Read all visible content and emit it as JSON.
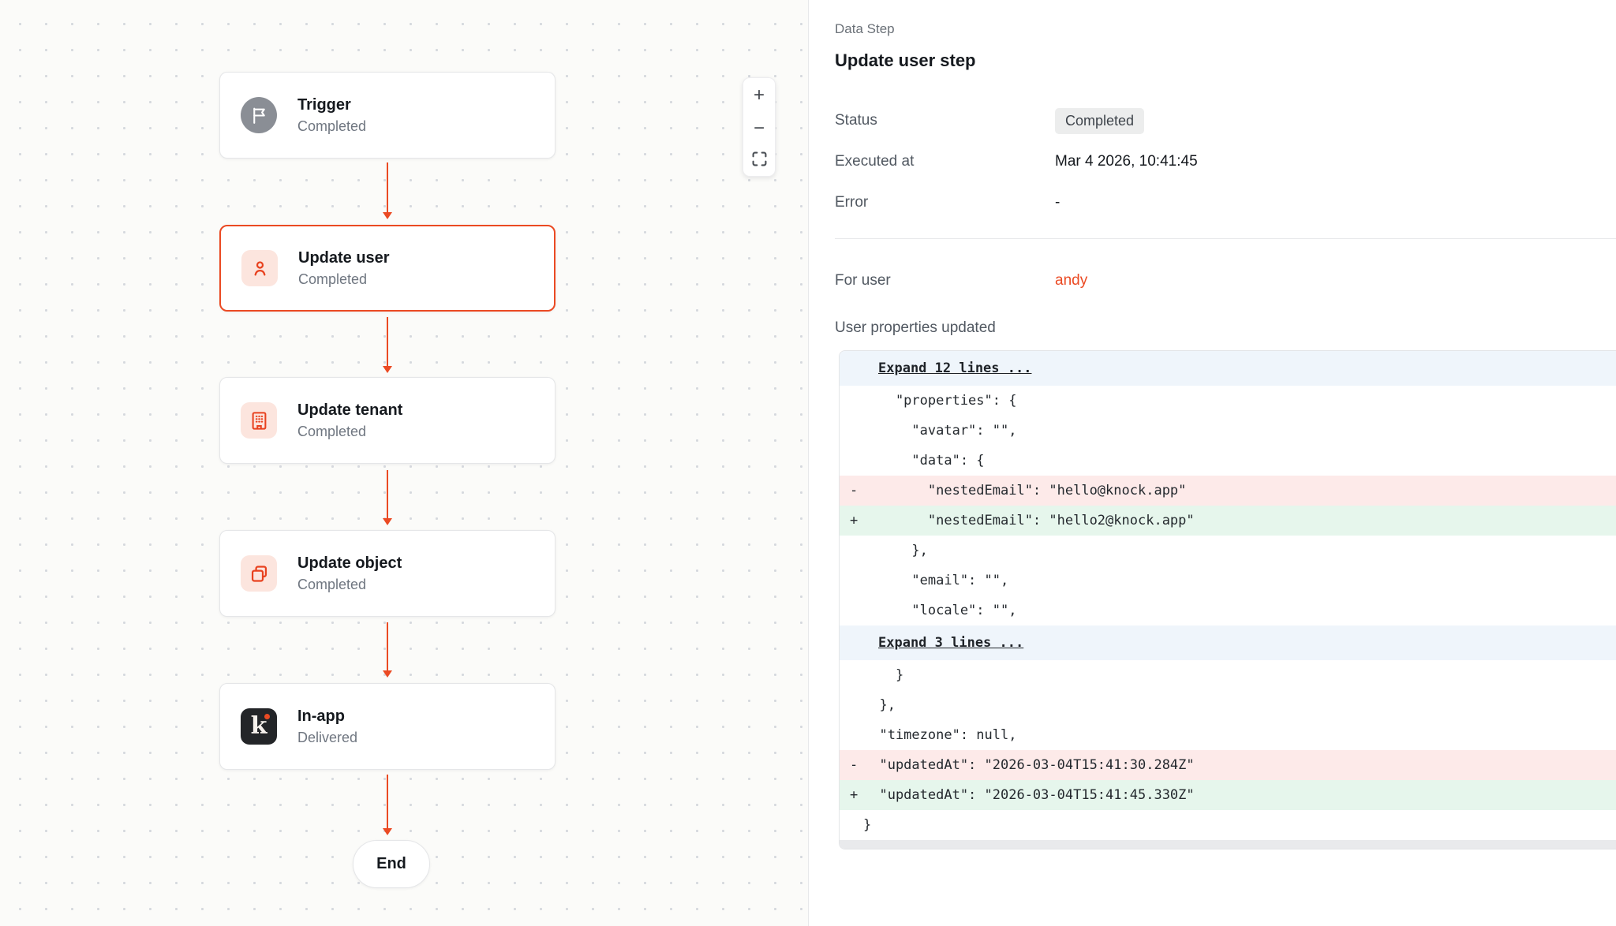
{
  "colors": {
    "accent": "#EB4A23",
    "deleted_bg": "#FDEAE9",
    "added_bg": "#E6F6EC",
    "expand_bg": "#EFF5FB"
  },
  "canvas": {
    "nodes": [
      {
        "title": "Trigger",
        "subtitle": "Completed",
        "icon": "flag-icon",
        "selected": false
      },
      {
        "title": "Update user",
        "subtitle": "Completed",
        "icon": "user-icon",
        "selected": true
      },
      {
        "title": "Update tenant",
        "subtitle": "Completed",
        "icon": "building-icon",
        "selected": false
      },
      {
        "title": "Update object",
        "subtitle": "Completed",
        "icon": "copy-icon",
        "selected": false
      },
      {
        "title": "In-app",
        "subtitle": "Delivered",
        "icon": "knock-logo-icon",
        "selected": false
      }
    ],
    "end_label": "End",
    "zoom_controls": {
      "zoom_in": "+",
      "zoom_out": "−",
      "fit_view": "fit-view-icon"
    }
  },
  "panel": {
    "kicker": "Data Step",
    "title": "Update user step",
    "status_label": "Status",
    "status_value": "Completed",
    "executed_label": "Executed at",
    "executed_value": "Mar 4 2026, 10:41:45",
    "error_label": "Error",
    "error_value": "-",
    "for_user_label": "For user",
    "for_user_value": "andy",
    "diff_label": "User properties updated",
    "diff_lines": [
      {
        "type": "expand",
        "text": "Expand 12 lines ..."
      },
      {
        "type": "ctx",
        "sign": "",
        "text": "    \"properties\": {"
      },
      {
        "type": "ctx",
        "sign": "",
        "text": "      \"avatar\": \"\","
      },
      {
        "type": "ctx",
        "sign": "",
        "text": "      \"data\": {"
      },
      {
        "type": "del",
        "sign": "-",
        "text": "        \"nestedEmail\": \"hello@knock.app\""
      },
      {
        "type": "add",
        "sign": "+",
        "text": "        \"nestedEmail\": \"hello2@knock.app\""
      },
      {
        "type": "ctx",
        "sign": "",
        "text": "      },"
      },
      {
        "type": "ctx",
        "sign": "",
        "text": "      \"email\": \"\","
      },
      {
        "type": "ctx",
        "sign": "",
        "text": "      \"locale\": \"\","
      },
      {
        "type": "expand",
        "text": "Expand 3 lines ..."
      },
      {
        "type": "ctx",
        "sign": "",
        "text": "    }"
      },
      {
        "type": "ctx",
        "sign": "",
        "text": "  },"
      },
      {
        "type": "ctx",
        "sign": "",
        "text": "  \"timezone\": null,"
      },
      {
        "type": "del",
        "sign": "-",
        "text": "  \"updatedAt\": \"2026-03-04T15:41:30.284Z\""
      },
      {
        "type": "add",
        "sign": "+",
        "text": "  \"updatedAt\": \"2026-03-04T15:41:45.330Z\""
      },
      {
        "type": "ctx",
        "sign": "",
        "text": "}"
      }
    ]
  }
}
